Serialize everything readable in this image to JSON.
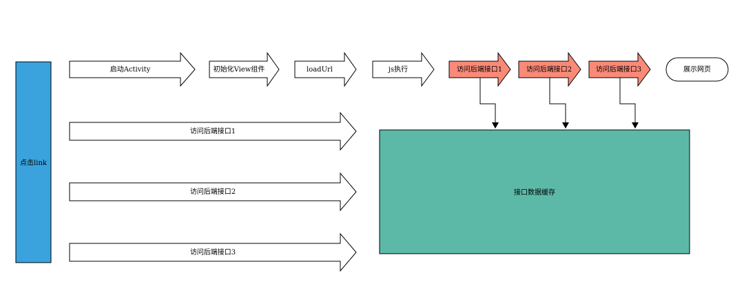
{
  "colors": {
    "background": "#ffffff",
    "stroke": "#000000",
    "click_box": "#3aa3de",
    "highlight_arrow": "#fa8a78",
    "cache_box": "#5cb9a8",
    "plain_fill": "#ffffff"
  },
  "nodes": {
    "click_link": "点击link",
    "data_cache": "接口数据缓存",
    "show_page": "展示网页"
  },
  "flow": {
    "start_activity": "启动Activity",
    "init_view": "初始化View组件",
    "load_url": "loadUrl",
    "js_exec": "js执行",
    "call_api_1": "访问后端接口1",
    "call_api_2": "访问后端接口2",
    "call_api_3": "访问后端接口3"
  },
  "prefetch": {
    "api_1": "访问后端接口1",
    "api_2": "访问后端接口2",
    "api_3": "访问后端接口3"
  }
}
